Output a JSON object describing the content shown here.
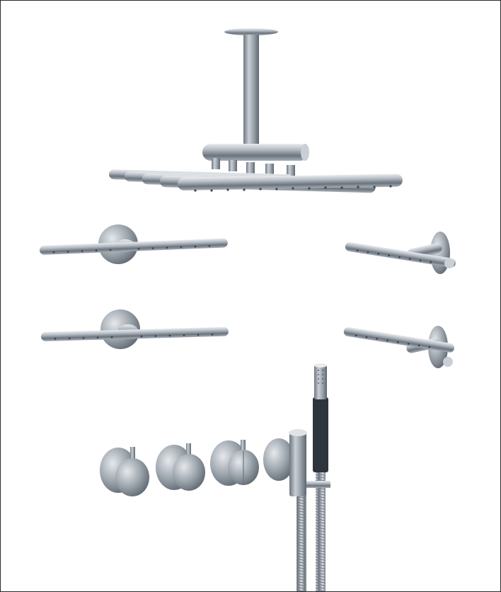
{
  "scene": {
    "background": "#ffffff",
    "border_color": "#2b2b2b",
    "metal_light": "#e3e6ea",
    "metal_mid": "#9aa2ab",
    "metal_dark": "#5b636c",
    "handle_dark": "#2f353d",
    "nozzle_color": "#3e4650"
  },
  "products": [
    {
      "name": "ceiling-rain-shower",
      "jets": 5
    },
    {
      "name": "wall-shower-arm",
      "count": 2
    },
    {
      "name": "angled-shower-arm",
      "count": 2
    },
    {
      "name": "mixer-knob",
      "count": 3
    },
    {
      "name": "hand-shower"
    }
  ]
}
